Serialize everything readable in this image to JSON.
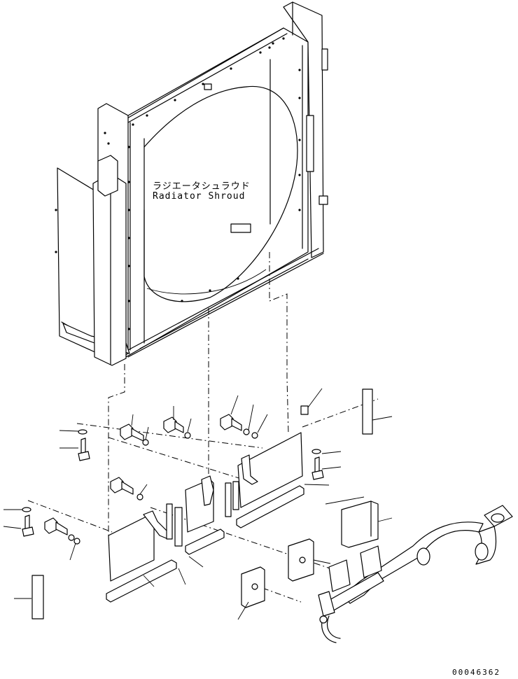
{
  "diagram": {
    "part_label_jp": "ラジエータシュラウド",
    "part_label_en": "Radiator Shroud",
    "document_number": "00046362"
  }
}
